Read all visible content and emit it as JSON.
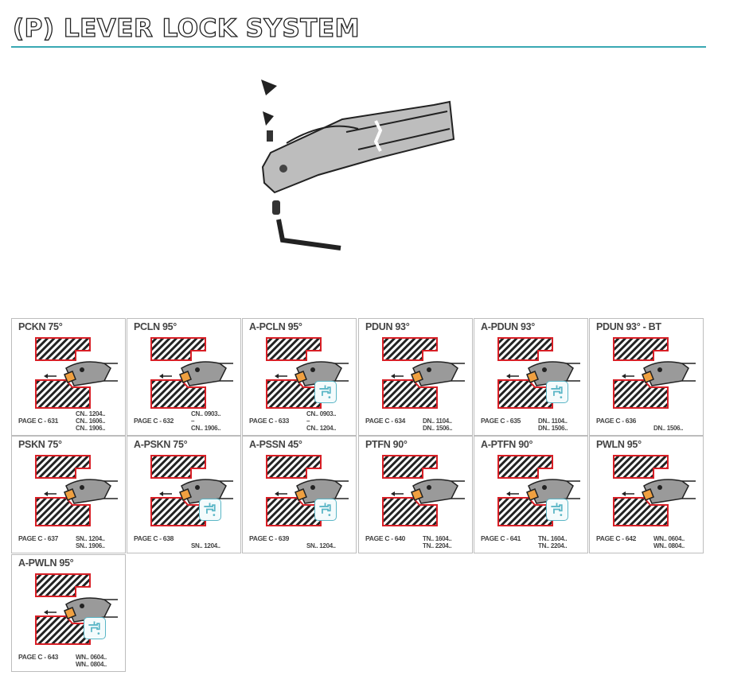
{
  "header": {
    "title": "(P) LEVER LOCK SYSTEM"
  },
  "colors": {
    "accent_rule": "#39a8b3",
    "cut_edge": "#d81f26",
    "insert": "#f0a040",
    "coolant": "#5ab6c6"
  },
  "hero": {
    "icon": "boring-bar-exploded-view"
  },
  "holders": [
    {
      "name": "PCKN 75°",
      "page": "PAGE C - 631",
      "inserts": [
        "CN.. 1204..",
        "CN.. 1606..",
        "CN.. 1906.."
      ],
      "coolant": false
    },
    {
      "name": "PCLN 95°",
      "page": "PAGE C - 632",
      "inserts": [
        "CN.. 0903..",
        "–",
        "CN.. 1906.."
      ],
      "coolant": false
    },
    {
      "name": "A-PCLN 95°",
      "page": "PAGE C - 633",
      "inserts": [
        "CN.. 0903..",
        "–",
        "CN.. 1204.."
      ],
      "coolant": true
    },
    {
      "name": "PDUN 93°",
      "page": "PAGE C - 634",
      "inserts": [
        "DN.. 1104..",
        "DN.. 1506.."
      ],
      "coolant": false
    },
    {
      "name": "A-PDUN 93°",
      "page": "PAGE C - 635",
      "inserts": [
        "DN.. 1104..",
        "DN.. 1506.."
      ],
      "coolant": true
    },
    {
      "name": "PDUN 93° - BT",
      "page": "PAGE C - 636",
      "inserts": [
        "DN.. 1506.."
      ],
      "coolant": false
    },
    {
      "name": "PSKN 75°",
      "page": "PAGE C - 637",
      "inserts": [
        "SN.. 1204..",
        "SN.. 1906.."
      ],
      "coolant": false
    },
    {
      "name": "A-PSKN 75°",
      "page": "PAGE C - 638",
      "inserts": [
        "SN.. 1204.."
      ],
      "coolant": true
    },
    {
      "name": "A-PSSN 45°",
      "page": "PAGE C - 639",
      "inserts": [
        "SN.. 1204.."
      ],
      "coolant": true
    },
    {
      "name": "PTFN 90°",
      "page": "PAGE C - 640",
      "inserts": [
        "TN.. 1604..",
        "TN.. 2204.."
      ],
      "coolant": false
    },
    {
      "name": "A-PTFN 90°",
      "page": "PAGE C - 641",
      "inserts": [
        "TN.. 1604..",
        "TN.. 2204.."
      ],
      "coolant": true
    },
    {
      "name": "PWLN 95°",
      "page": "PAGE C - 642",
      "inserts": [
        "WN.. 0604..",
        "WN.. 0804.."
      ],
      "coolant": false
    },
    {
      "name": "A-PWLN 95°",
      "page": "PAGE C - 643",
      "inserts": [
        "WN.. 0604..",
        "WN.. 0804.."
      ],
      "coolant": true
    }
  ]
}
